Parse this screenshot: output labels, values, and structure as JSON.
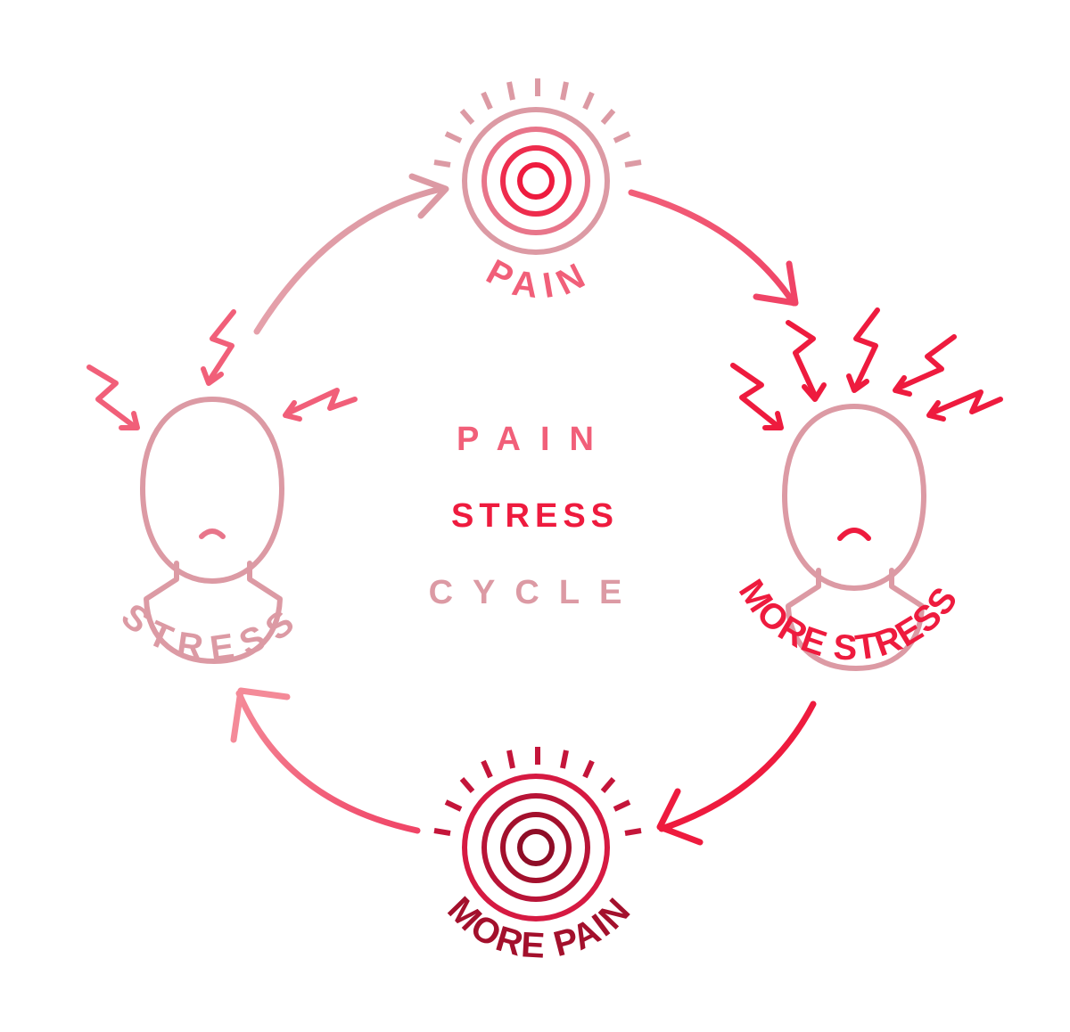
{
  "center": {
    "line1": "PAIN",
    "line2": "STRESS",
    "line3": "CYCLE"
  },
  "nodes": {
    "pain": "PAIN",
    "more_stress": "MORE STRESS",
    "more_pain": "MORE PAIN",
    "stress": "STRESS"
  },
  "colors": {
    "pink": "#f15f79",
    "light_pink": "#dc9aa4",
    "red": "#ee1b3e",
    "dark_red": "#a3102c",
    "crimson": "#c4153a"
  },
  "icons": [
    "pain-target-icon",
    "stressed-head-icon",
    "lightning-bolt-icon",
    "cycle-arrow-icon"
  ]
}
